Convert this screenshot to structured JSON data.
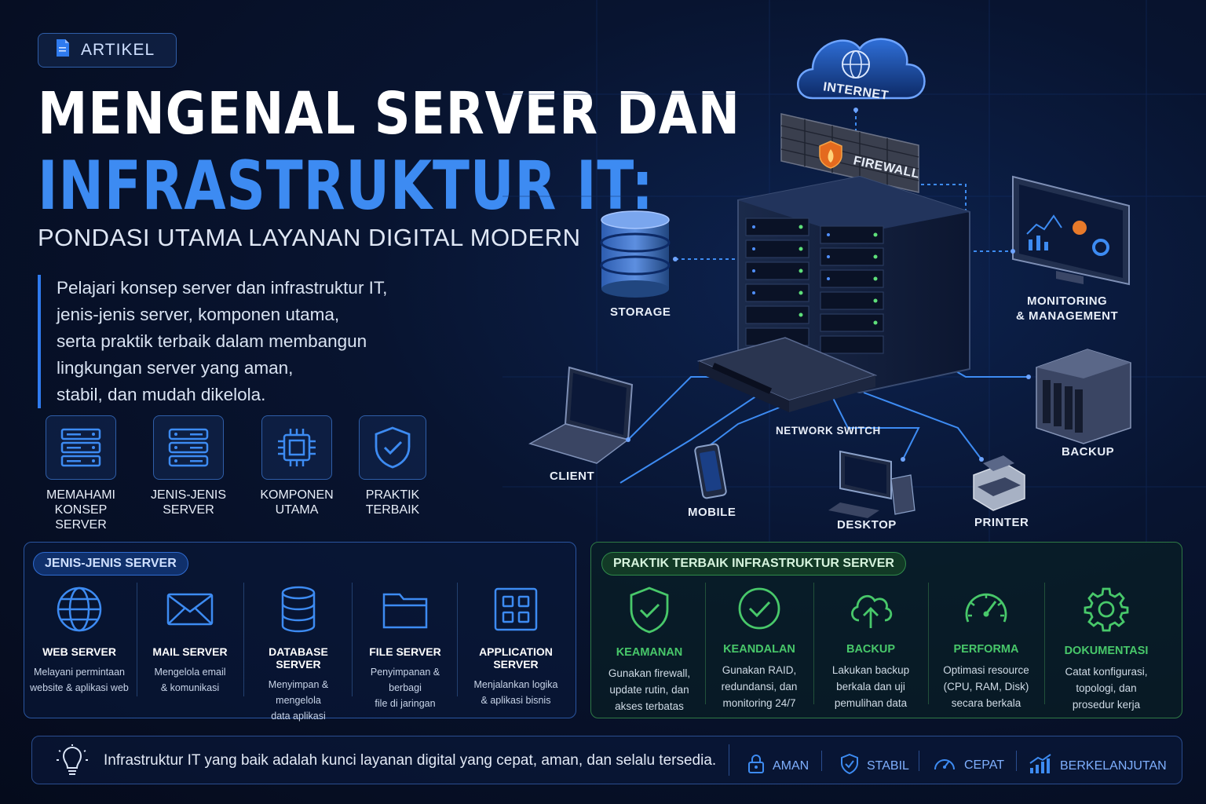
{
  "header": {
    "badge": "ARTIKEL",
    "title_line1": "MENGENAL SERVER DAN",
    "title_line2": "INFRASTRUKTUR IT:",
    "subtitle": "PONDASI UTAMA LAYANAN DIGITAL MODERN",
    "intro_lines": [
      "Pelajari konsep server dan infrastruktur IT,",
      "jenis-jenis server, komponen utama,",
      "serta praktik terbaik dalam membangun",
      "lingkungan server yang aman,",
      "stabil, dan mudah dikelola."
    ]
  },
  "features": [
    {
      "line1": "MEMAHAMI",
      "line2": "KONSEP SERVER",
      "icon": "server-rack-icon"
    },
    {
      "line1": "JENIS-JENIS",
      "line2": "SERVER",
      "icon": "server-stack-icon"
    },
    {
      "line1": "KOMPONEN",
      "line2": "UTAMA",
      "icon": "cpu-chip-icon"
    },
    {
      "line1": "PRAKTIK",
      "line2": "TERBAIK",
      "icon": "shield-check-icon"
    }
  ],
  "diagram": {
    "internet": "INTERNET",
    "firewall": "FIREWALL",
    "storage": "STORAGE",
    "monitoring_line1": "MONITORING",
    "monitoring_line2": "& MANAGEMENT",
    "backup": "BACKUP",
    "client": "CLIENT",
    "switch": "NETWORK SWITCH",
    "mobile": "MOBILE",
    "desktop": "DESKTOP",
    "printer": "PRINTER"
  },
  "server_types": {
    "title": "JENIS-JENIS SERVER",
    "items": [
      {
        "name": "WEB SERVER",
        "desc1": "Melayani permintaan",
        "desc2": "website & aplikasi web",
        "icon": "globe-icon"
      },
      {
        "name": "MAIL SERVER",
        "desc1": "Mengelola email",
        "desc2": "& komunikasi",
        "icon": "mail-icon"
      },
      {
        "name": "DATABASE SERVER",
        "desc1": "Menyimpan & mengelola",
        "desc2": "data aplikasi",
        "icon": "database-icon"
      },
      {
        "name": "FILE SERVER",
        "desc1": "Penyimpanan & berbagi",
        "desc2": "file di jaringan",
        "icon": "folder-icon"
      },
      {
        "name": "APPLICATION SERVER",
        "desc1": "Menjalankan logika",
        "desc2": "& aplikasi bisnis",
        "icon": "app-grid-icon"
      }
    ]
  },
  "best_practices": {
    "title": "PRAKTIK TERBAIK INFRASTRUKTUR SERVER",
    "items": [
      {
        "name": "KEAMANAN",
        "desc1": "Gunakan firewall,",
        "desc2": "update rutin, dan",
        "desc3": "akses terbatas",
        "icon": "shield-check-icon"
      },
      {
        "name": "KEANDALAN",
        "desc1": "Gunakan RAID,",
        "desc2": "redundansi, dan",
        "desc3": "monitoring 24/7",
        "icon": "check-circle-icon"
      },
      {
        "name": "BACKUP",
        "desc1": "Lakukan backup",
        "desc2": "berkala dan uji",
        "desc3": "pemulihan data",
        "icon": "cloud-upload-icon"
      },
      {
        "name": "PERFORMA",
        "desc1": "Optimasi resource",
        "desc2": "(CPU, RAM, Disk)",
        "desc3": "secara berkala",
        "icon": "gauge-icon"
      },
      {
        "name": "DOKUMENTASI",
        "desc1": "Catat konfigurasi,",
        "desc2": "topologi, dan",
        "desc3": "prosedur kerja",
        "icon": "gear-icon"
      }
    ]
  },
  "footer": {
    "text": "Infrastruktur IT yang baik adalah kunci layanan digital yang cepat, aman, dan selalu tersedia.",
    "tags": [
      "AMAN",
      "STABIL",
      "CEPAT",
      "BERKELANJUTAN"
    ]
  },
  "colors": {
    "accent_blue": "#3d8bf2",
    "accent_green": "#48c86a",
    "background": "#050b1c"
  }
}
